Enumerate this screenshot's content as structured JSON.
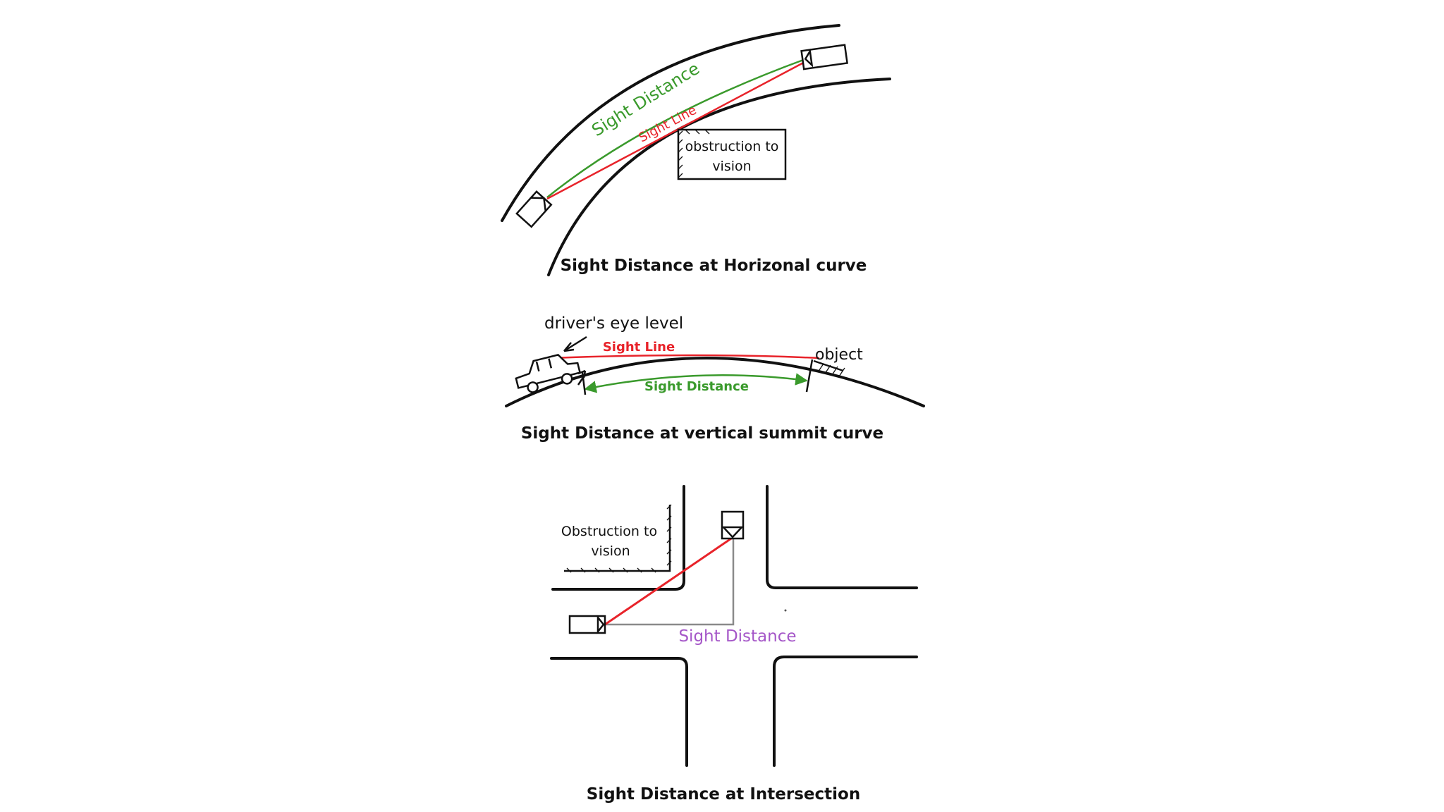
{
  "colors": {
    "road": "#111111",
    "sight_line": "#e8232a",
    "sight_distance_green": "#3a9a2c",
    "sight_distance_purple": "#a557c8",
    "sight_distance_leg": "#8a8a8a"
  },
  "horizontal_curve": {
    "caption": "Sight Distance at Horizonal curve",
    "sight_distance_label": "Sight Distance",
    "sight_line_label": "Sight Line",
    "obstruction_line1": "obstruction to",
    "obstruction_line2": "vision"
  },
  "summit_curve": {
    "caption": "Sight Distance at vertical summit curve",
    "eye_level_label": "driver's eye level",
    "sight_line_label": "Sight Line",
    "object_label": "object",
    "sight_distance_label": "Sight Distance"
  },
  "intersection": {
    "caption": "Sight Distance at Intersection",
    "obstruction_line1": "Obstruction to",
    "obstruction_line2": "vision",
    "sight_distance_label": "Sight Distance"
  }
}
